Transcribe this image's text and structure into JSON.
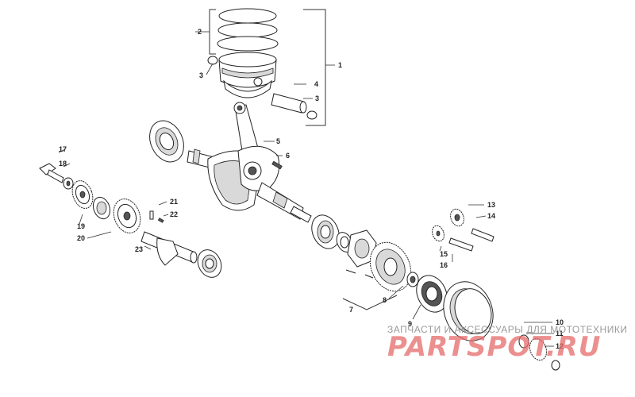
{
  "diagram": {
    "callouts": [
      "1",
      "2",
      "3",
      "3",
      "4",
      "5",
      "6",
      "7",
      "8",
      "9",
      "10",
      "11",
      "12",
      "13",
      "14",
      "15",
      "16",
      "17",
      "18",
      "19",
      "20",
      "21",
      "22",
      "23"
    ]
  },
  "watermark": {
    "line": "ЗАПЧАСТИ И АКСЕССУАРЫ ДЛЯ МОТОТЕХНИКИ",
    "brand": "PARTSPOT.RU"
  }
}
